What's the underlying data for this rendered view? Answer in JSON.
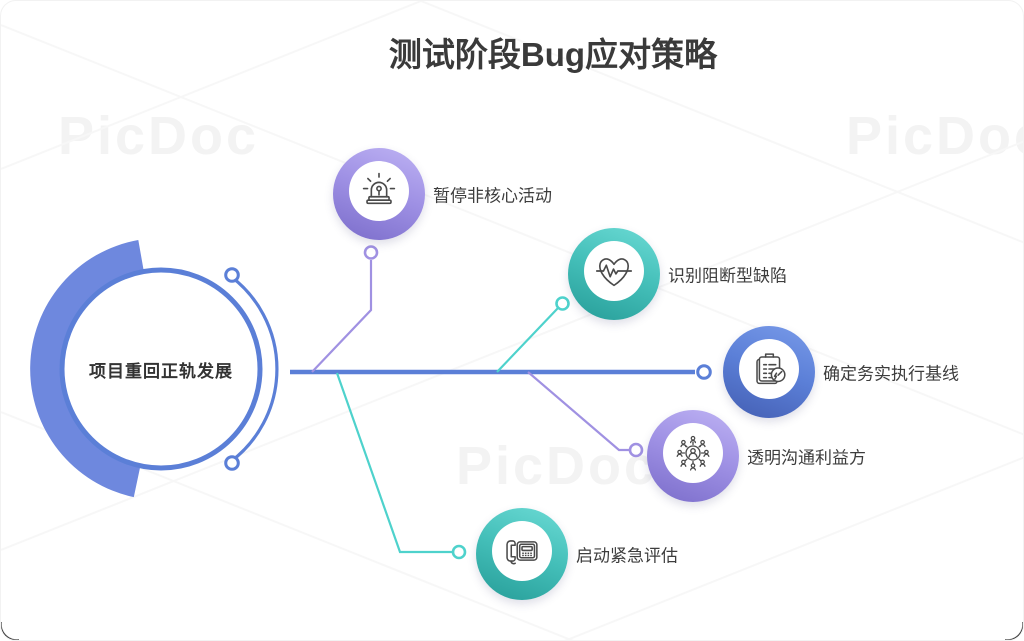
{
  "title": "测试阶段Bug应对策略",
  "watermark": {
    "text": "PicDoc"
  },
  "center": {
    "label": "项目重回正轨发展"
  },
  "nodes": [
    {
      "label": "暂停非核心活动",
      "icon": "siren-icon",
      "theme": "purple"
    },
    {
      "label": "识别阻断型缺陷",
      "icon": "heart-pulse-icon",
      "theme": "teal"
    },
    {
      "label": "确定务实执行基线",
      "icon": "clipboard-gauge-icon",
      "theme": "blue"
    },
    {
      "label": "透明沟通利益方",
      "icon": "stakeholder-network-icon",
      "theme": "purple"
    },
    {
      "label": "启动紧急评估",
      "icon": "emergency-phone-icon",
      "theme": "teal"
    }
  ],
  "colors": {
    "primary_blue": "#5b7fd7",
    "crescent_blue": "#6e88de",
    "branch_purple": "#a091e2",
    "branch_teal": "#4ed2cc",
    "ring_purple": "#9e90e4",
    "ring_teal": "#44bfb9",
    "ring_blue": "#5b7fd7",
    "title_text": "#3a3a3a",
    "label_text": "#3d3d3d",
    "watermark_gray": "#f3f3f3"
  }
}
